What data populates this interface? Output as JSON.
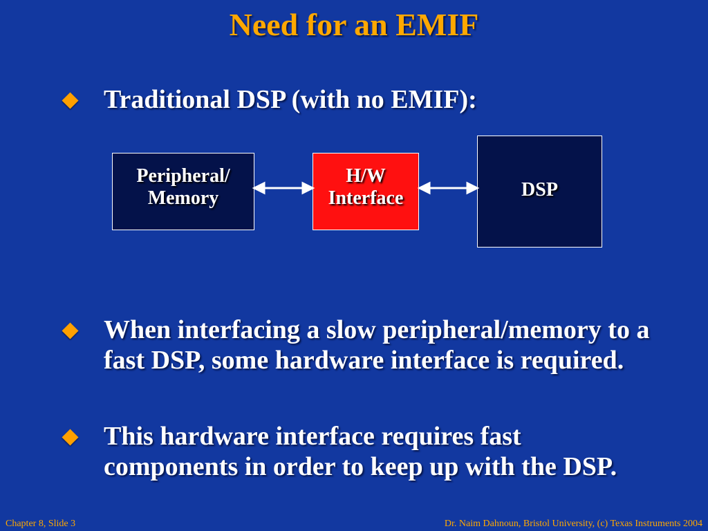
{
  "slide": {
    "title": "Need for an EMIF",
    "bullets": [
      {
        "text": "Traditional DSP (with no EMIF):"
      },
      {
        "text": "When interfacing a slow peripheral/memory to a fast DSP, some hardware interface is required."
      },
      {
        "text": "This hardware interface requires fast components in order to keep up with the DSP."
      }
    ],
    "diagram": {
      "peripheral_label": "Peripheral/ Memory",
      "peripheral_line1": "Peripheral/",
      "peripheral_line2": "Memory",
      "hw_line1": "H/W",
      "hw_line2": "Interface",
      "dsp_label": "DSP"
    },
    "footer": {
      "left": "Chapter 8, Slide 3",
      "right": "Dr. Naim Dahnoun, Bristol University,  (c) Texas Instruments 2004"
    }
  },
  "colors": {
    "background": "#1238a0",
    "title": "#ffa800",
    "bullet_icon": "#ffa000",
    "hw_box": "#ff1010",
    "dark_box": "#04124a"
  },
  "icons": {
    "bullet": "diamond-icon"
  }
}
